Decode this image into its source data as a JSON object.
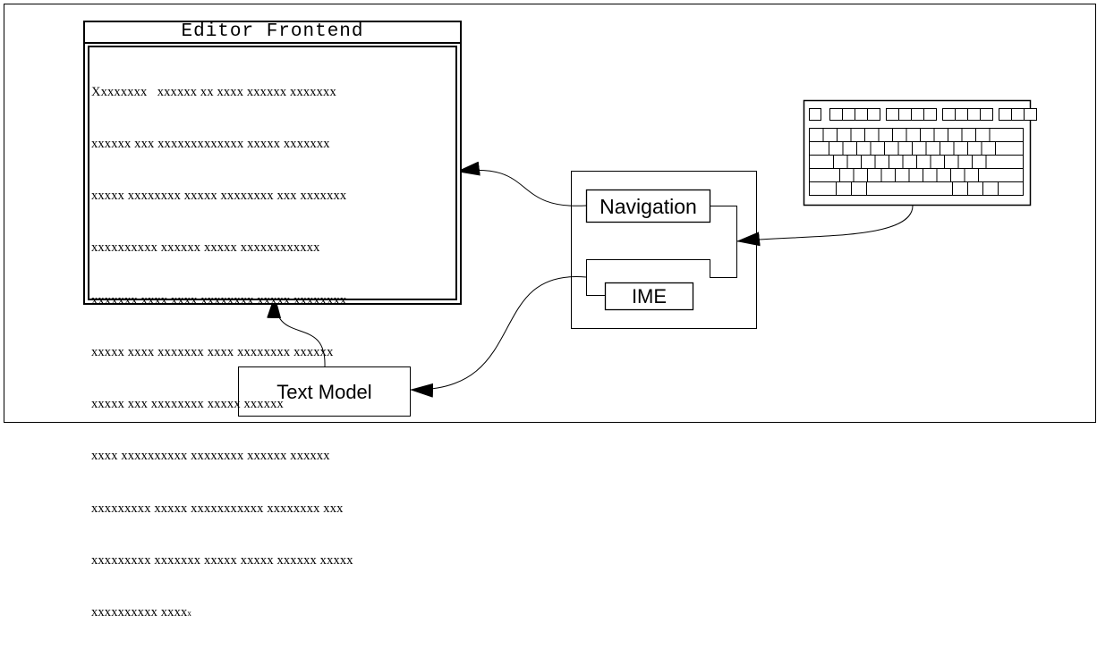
{
  "editor": {
    "title": "Editor Frontend",
    "lines": [
      "Xxxxxxxx   xxxxxx xx xxxx xxxxxx xxxxxxx",
      "xxxxxx xxx xxxxxxxxxxxxx xxxxx xxxxxxx",
      "xxxxx xxxxxxxx xxxxx xxxxxxxx xxx xxxxxxx",
      "xxxxxxxxxx xxxxxx xxxxx xxxxxxxxxxxx",
      "xxxxxxx xxxx xxxx xxxxxxxx xxxxx xxxxxxxx",
      "xxxxx xxxx xxxxxxx xxxx xxxxxxxx xxxxxx",
      "xxxxx xxx xxxxxxxx xxxxx xxxxxx",
      "xxxx xxxxxxxxxx xxxxxxxx xxxxxx xxxxxx",
      "xxxxxxxxx xxxxx xxxxxxxxxxx xxxxxxxx xxx",
      "xxxxxxxxx xxxxxxx xxxxx xxxxx xxxxxx xxxxx",
      "xxxxxxxxxx xxxx"
    ],
    "cursor_char": "x"
  },
  "input_system": {
    "navigation_label": "Navigation",
    "ime_label": "IME"
  },
  "text_model": {
    "label": "Text Model"
  },
  "keyboard": {
    "icon": "keyboard-icon"
  }
}
